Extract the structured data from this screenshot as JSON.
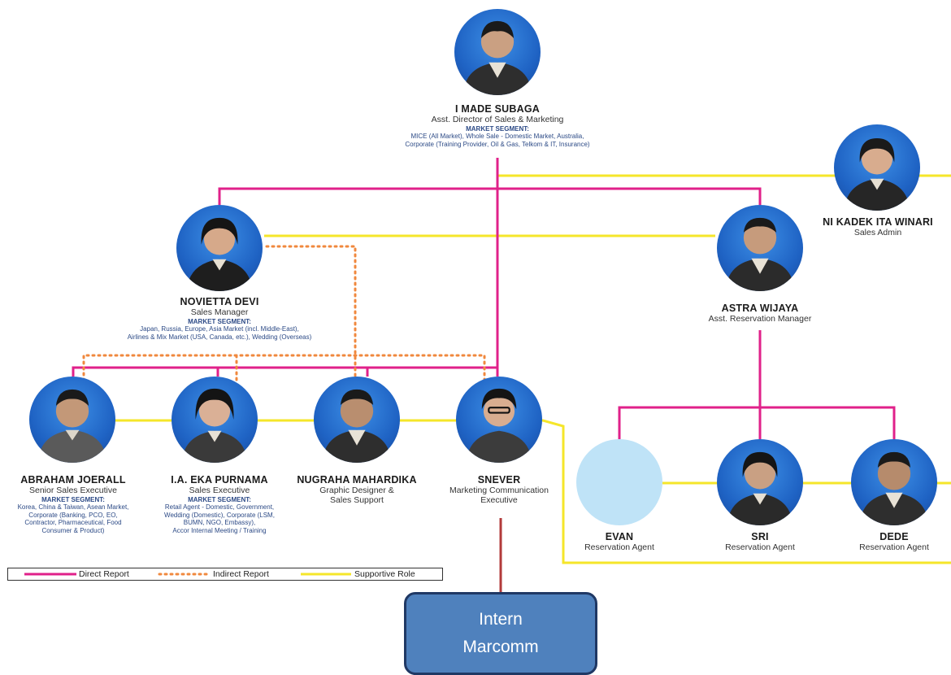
{
  "colors": {
    "direct": "#e0218a",
    "indirect": "#f0883e",
    "supportive": "#f5e62a",
    "intern_fill": "#4f81bd",
    "intern_border": "#1f3864",
    "connector": "#b23a3a"
  },
  "top": {
    "name": "I MADE SUBAGA",
    "role": "Asst. Director of Sales & Marketing",
    "segment_title": "MARKET SEGMENT:",
    "segment_lines": [
      "MICE (All Market), Whole Sale - Domestic Market, Australia,",
      "Corporate (Training Provider, Oil & Gas, Telkom & IT, Insurance)"
    ]
  },
  "admin": {
    "name": "NI KADEK ITA WINARI",
    "role": "Sales Admin"
  },
  "manager": {
    "name": "NOVIETTA DEVI",
    "role": "Sales Manager",
    "segment_title": "MARKET SEGMENT:",
    "segment_lines": [
      "Japan, Russia, Europe, Asia Market (incl. Middle-East),",
      "Airlines & Mix Market (USA, Canada, etc.), Wedding (Overseas)"
    ]
  },
  "reservation_manager": {
    "name": "ASTRA WIJAYA",
    "role": "Asst. Reservation Manager"
  },
  "sales_team": [
    {
      "name": "ABRAHAM JOERALL",
      "role": [
        "Senior Sales Executive"
      ],
      "segment_title": "MARKET SEGMENT:",
      "segment_lines": [
        "Korea, China & Taiwan, Asean Market,",
        "Corporate (Banking, PCO, EO,",
        "Contractor, Pharmaceutical, Food",
        "Consumer & Product)"
      ]
    },
    {
      "name": "I.A. EKA PURNAMA",
      "role": [
        "Sales Executive"
      ],
      "segment_title": "MARKET SEGMENT:",
      "segment_lines": [
        "Retail Agent - Domestic, Government,",
        "Wedding (Domestic), Corporate (LSM,",
        "BUMN, NGO, Embassy),",
        "Accor Internal Meeting / Training"
      ]
    },
    {
      "name": "NUGRAHA MAHARDIKA",
      "role": [
        "Graphic Designer &",
        "Sales Support"
      ]
    },
    {
      "name": "SNEVER",
      "role": [
        "Marketing Communication",
        "Executive"
      ]
    }
  ],
  "reservation_team": [
    {
      "name": "EVAN",
      "role": "Reservation Agent"
    },
    {
      "name": "SRI",
      "role": "Reservation Agent"
    },
    {
      "name": "DEDE",
      "role": "Reservation Agent"
    }
  ],
  "legend": {
    "direct": "Direct Report",
    "indirect": "Indirect Report",
    "supportive": "Supportive Role"
  },
  "intern": {
    "line1": "Intern",
    "line2": "Marcomm"
  }
}
